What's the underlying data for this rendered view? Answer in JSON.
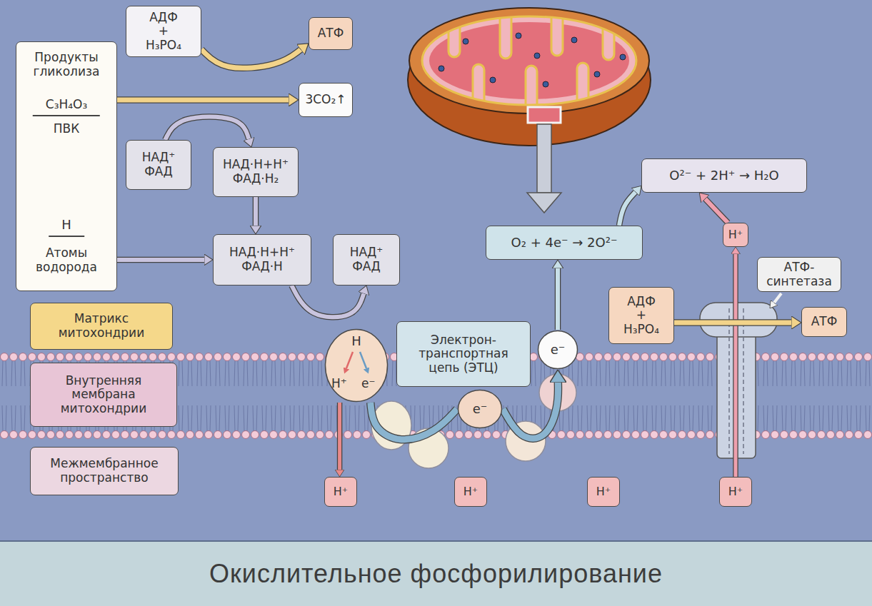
{
  "diagram": {
    "caption": "Окислительное фосфорилирование",
    "nodes": [
      {
        "text": [
          "АДФ + H₃PO₄"
        ]
      },
      {
        "text": [
          "АТФ"
        ]
      },
      {
        "text": [
          "Продукты гликолиза",
          "C₃H₄O₃",
          "ПВК",
          "H",
          "Атомы водорода"
        ]
      },
      {
        "text": [
          "3CO₂↑"
        ]
      },
      {
        "text": [
          "НАД⁺ ФАД"
        ]
      },
      {
        "text": [
          "НАД·Н+H⁺ ФАД·Н₂"
        ]
      },
      {
        "text": [
          "НАД·Н+H⁺ ФАД·Н"
        ]
      },
      {
        "text": [
          "НАД⁺ ФАД"
        ]
      },
      {
        "text": [
          "Матрикс митохондрии"
        ]
      },
      {
        "text": [
          "Внутренняя мембрана митохондрии"
        ]
      },
      {
        "text": [
          "Межмембранное пространство"
        ]
      },
      {
        "text": [
          "H",
          "H⁺",
          "e⁻"
        ]
      },
      {
        "text": [
          "Электрон- транспортная цепь (ЭТЦ)"
        ]
      },
      {
        "text": [
          "e⁻"
        ]
      },
      {
        "text": [
          "e⁻"
        ]
      },
      {
        "text": [
          "O₂ + 4e⁻ → 2O²⁻"
        ]
      },
      {
        "text": [
          "O²⁻ + 2H⁺ → H₂O"
        ]
      },
      {
        "text": [
          "H⁺"
        ]
      },
      {
        "text": [
          "АТФ- синтетаза"
        ]
      },
      {
        "text": [
          "АДФ + H₃PO₄"
        ]
      },
      {
        "text": [
          "АТФ"
        ]
      },
      {
        "text": [
          "H⁺"
        ]
      },
      {
        "text": [
          "H⁺"
        ]
      },
      {
        "text": [
          "H⁺"
        ]
      },
      {
        "text": [
          "H⁺"
        ]
      }
    ],
    "edges": [
      {
        "from": 0,
        "to": 1,
        "arrow": "to"
      },
      {
        "from": 2,
        "to": 3,
        "arrow": "to"
      },
      {
        "from": 4,
        "to": 5,
        "arrow": "to"
      },
      {
        "from": 5,
        "to": 6,
        "arrow": "to"
      },
      {
        "from": 2,
        "to": 6,
        "arrow": "to"
      },
      {
        "from": 6,
        "to": 7,
        "arrow": "to"
      },
      {
        "from": 11,
        "to": 21,
        "arrow": "to"
      },
      {
        "from": 11,
        "to": 13,
        "arrow": "none"
      },
      {
        "from": 13,
        "to": 14,
        "arrow": "to"
      },
      {
        "from": 14,
        "to": 15,
        "arrow": "to"
      },
      {
        "from": 15,
        "to": 16,
        "arrow": "to"
      },
      {
        "from": 17,
        "to": 16,
        "arrow": "to"
      },
      {
        "from": 24,
        "to": 17,
        "arrow": "to"
      },
      {
        "from": 19,
        "to": 20,
        "arrow": "to"
      }
    ]
  }
}
